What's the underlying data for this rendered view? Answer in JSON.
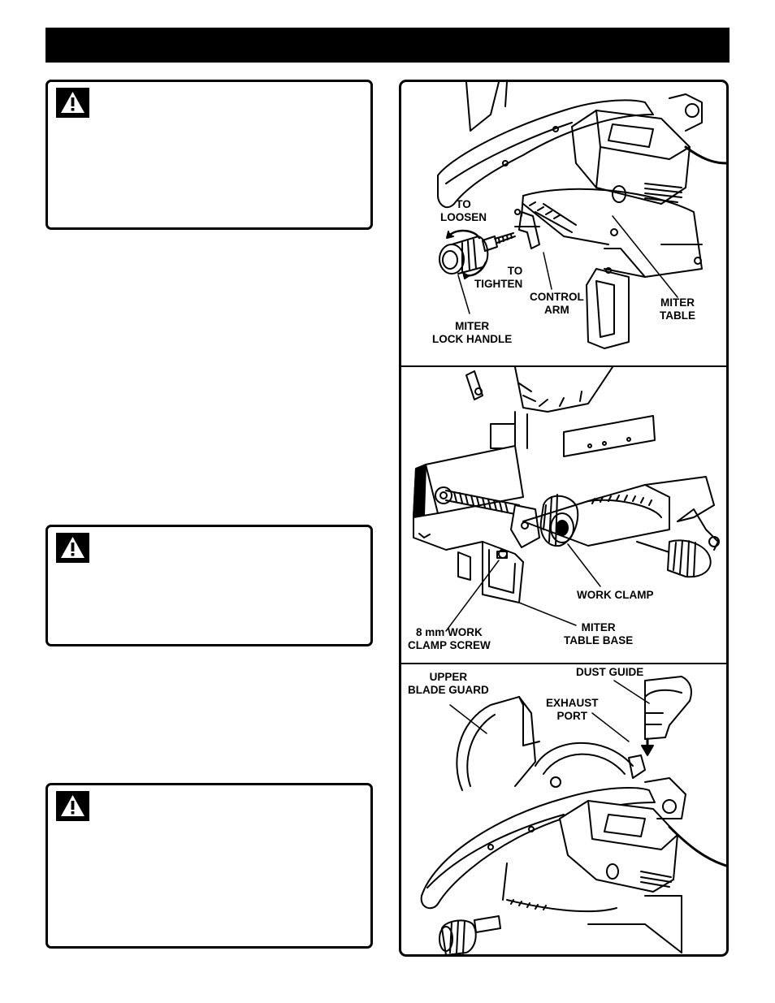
{
  "figure1": {
    "to_loosen": [
      "TO",
      "LOOSEN"
    ],
    "to_tighten": [
      "TO",
      "TIGHTEN"
    ],
    "control_arm": [
      "CONTROL",
      "ARM"
    ],
    "miter_table": [
      "MITER",
      "TABLE"
    ],
    "miter_lock_handle": [
      "MITER",
      "LOCK HANDLE"
    ]
  },
  "figure2": {
    "work_clamp": "WORK CLAMP",
    "miter_table_base": [
      "MITER",
      "TABLE BASE"
    ],
    "work_clamp_screw": [
      "8 mm WORK",
      "CLAMP SCREW"
    ]
  },
  "figure3": {
    "upper_blade_guard": [
      "UPPER",
      "BLADE GUARD"
    ],
    "dust_guide": "DUST GUIDE",
    "exhaust_port": [
      "EXHAUST",
      "PORT"
    ]
  }
}
